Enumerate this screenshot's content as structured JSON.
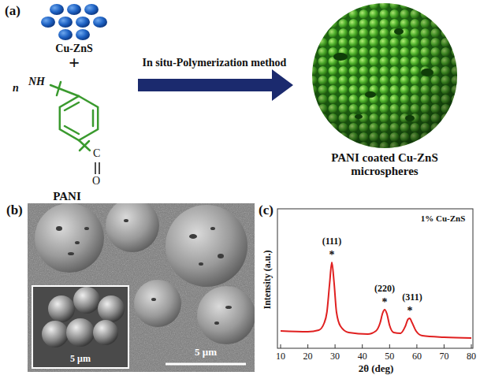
{
  "diagram": {
    "nodes": [
      {
        "text": [
          "5 μm"
        ]
      }
    ],
    "labels": [
      "(a)",
      "Cu-ZnS",
      "+",
      "n",
      "NH",
      "C",
      "O",
      "PANI",
      "In situ-Polymerization method",
      "PANI coated Cu-ZnS microspheres",
      "(b)",
      "5 μm",
      "(c)",
      "1% Cu-ZnS",
      "(111)",
      "*",
      "(220)",
      "*",
      "(311)",
      "*",
      "Intensity (a.u.)",
      "2θ (deg)",
      "10",
      "20",
      "30",
      "40",
      "50",
      "60",
      "70",
      "80"
    ]
  }
}
